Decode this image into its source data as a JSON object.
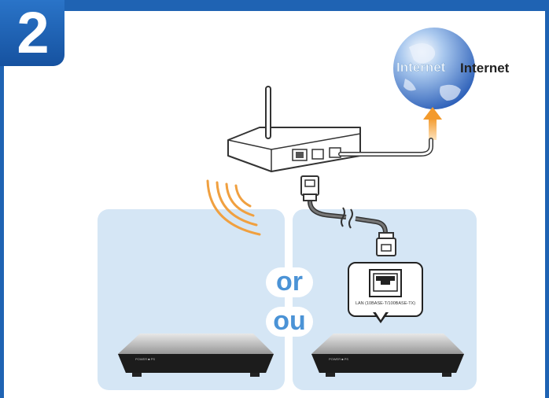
{
  "step": {
    "number": "2"
  },
  "internet": {
    "label": "Internet",
    "globe_watermark_text": "Internet"
  },
  "options": {
    "or_label": "or",
    "ou_label": "ou"
  },
  "lan_port": {
    "caption": "LAN (10BASE-T/100BASE-TX)"
  },
  "device": {
    "front_label": "POWER ■ PS"
  },
  "colors": {
    "brand_blue": "#1f63b3",
    "panel_blue": "#d5e6f5",
    "option_text": "#4b93d6",
    "wireless_waves": "#f0a040",
    "arrow_orange": "#f5a94a"
  }
}
